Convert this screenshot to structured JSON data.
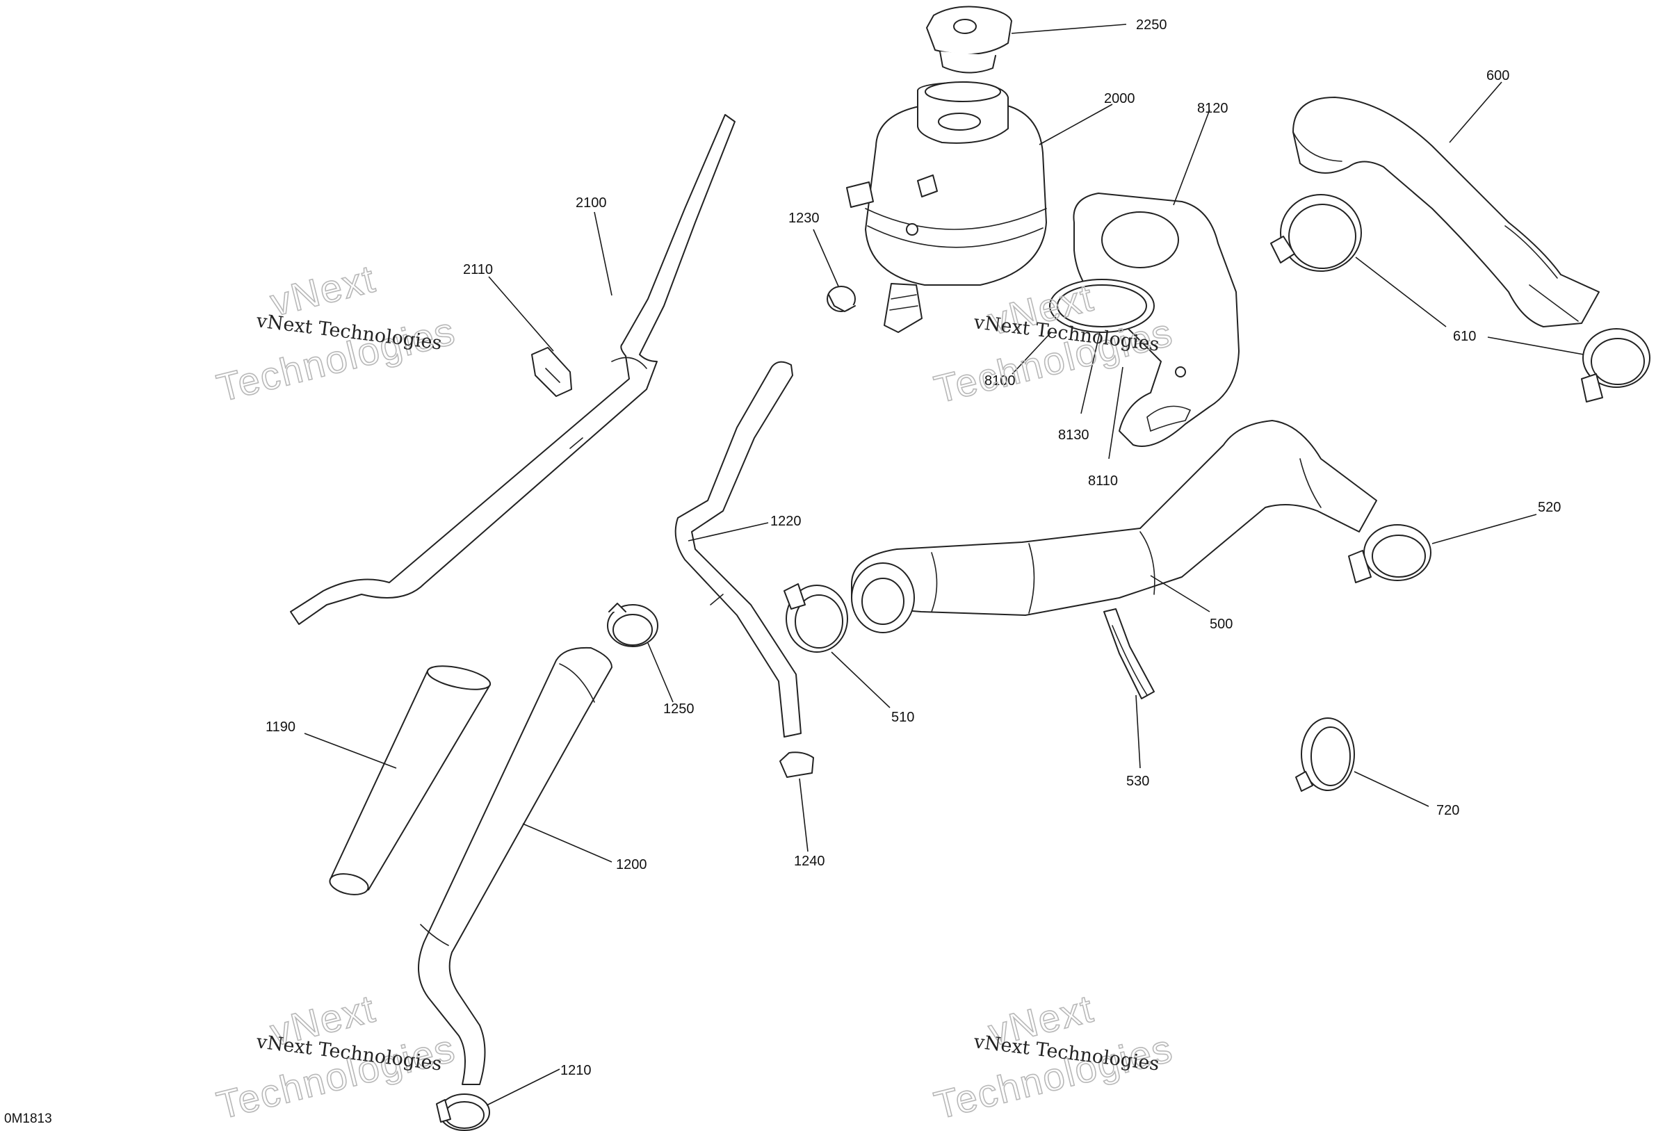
{
  "diagram_code": "0M1813",
  "watermark": {
    "line_small": "vNext Technologies",
    "line_top": "vNext",
    "line_bottom": "Technologies"
  },
  "callouts": {
    "p2250": "2250",
    "p2000": "2000",
    "p8120": "8120",
    "p600": "600",
    "p2100": "2100",
    "p2110": "2110",
    "p1230": "1230",
    "p610": "610",
    "p8100": "8100",
    "p8130": "8130",
    "p8110": "8110",
    "p520": "520",
    "p1220": "1220",
    "p500": "500",
    "p1250": "1250",
    "p510": "510",
    "p1190": "1190",
    "p530": "530",
    "p720": "720",
    "p1240": "1240",
    "p1200": "1200",
    "p1210": "1210"
  }
}
